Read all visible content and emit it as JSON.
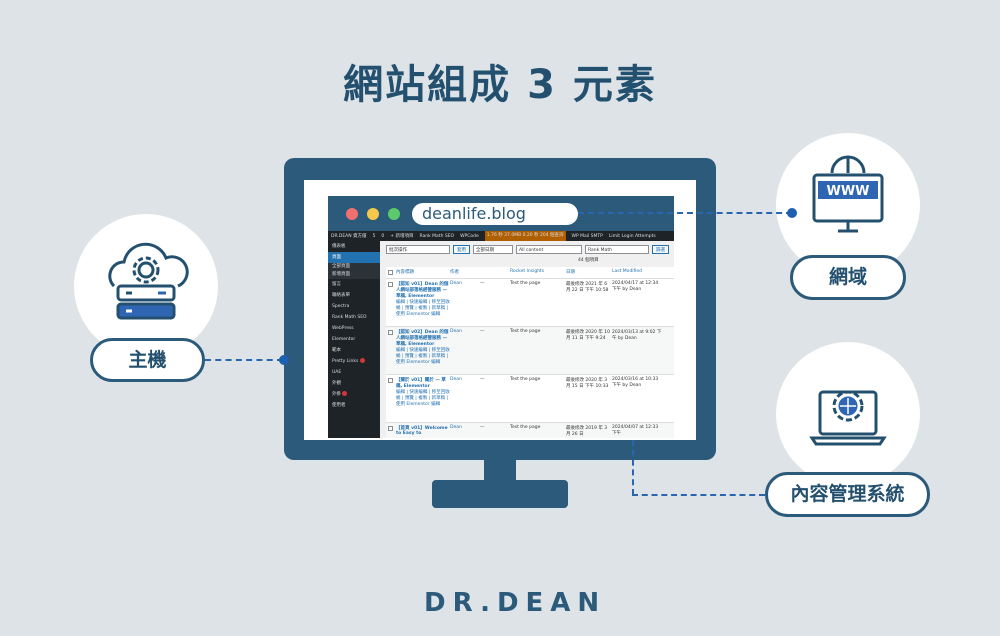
{
  "title": "網站組成 3 元素",
  "browser": {
    "url": "deanlife.blog",
    "dots": [
      "#f0706f",
      "#f5c84c",
      "#5cc96a"
    ]
  },
  "wp": {
    "adminbar": [
      "DR.DEAN 資方僵",
      "5",
      "0",
      "+ 新增項目",
      "Rank Math SEO",
      "WPCode",
      "1.76 秒 37.0MB 0.20 秒 204 個查詢",
      "WP Mail SMTP",
      "Limit Login Attempts"
    ],
    "sidebar": [
      {
        "label": "儀表板"
      },
      {
        "label": "頁面",
        "active": true
      },
      {
        "label": "全部頁面",
        "sub": true
      },
      {
        "label": "新增頁面",
        "sub": true
      },
      {
        "label": "留言"
      },
      {
        "label": "聯絡表單"
      },
      {
        "label": "Spectra"
      },
      {
        "label": "Rank Math SEO"
      },
      {
        "label": "WebPress"
      },
      {
        "label": "Elementor"
      },
      {
        "label": "範本"
      },
      {
        "label": "Pretty Links",
        "badge": "1"
      },
      {
        "label": "UAE"
      },
      {
        "label": "外觀"
      },
      {
        "label": "外掛",
        "badge": "6"
      },
      {
        "label": "使用者"
      }
    ],
    "filters": {
      "bulk": "批次操作",
      "apply": "套用",
      "dates": "全部日期",
      "content": "All content",
      "seo": "Rank Math",
      "filter": "篩選",
      "count": "44 個項目"
    },
    "columns": [
      "內容標題",
      "作者",
      "",
      "Rocket Insights",
      "日期",
      "Last Modified"
    ],
    "rows": [
      {
        "title": "【認知 v01】Dean 的個人網站部落格經營服務 — 草稿, Elementor",
        "author": "Dean",
        "comments": "—",
        "insights": "Test the page",
        "date": "最後修改 2021 年 6 月 22 日 下午 10:58",
        "modified": "2024/04/17 at 12:34 下午 by Dean",
        "actions": "編輯 | 快速編輯 | 移至回收桶 | 預覽 | 複製 | 新草稿 | 使用 Elementor 編輯"
      },
      {
        "title": "【認知 v02】Dean 的個人網站部落格經營服務 — 草稿, Elementor",
        "author": "Dean",
        "comments": "—",
        "insights": "Test the page",
        "date": "最後修改 2020 年 10 月 11 日 下午 9:24",
        "modified": "2024/03/13 at 9:02 下午 by Dean",
        "actions": "編輯 | 快速編輯 | 移至回收桶 | 預覽 | 複製 | 新草稿 | 使用 Elementor 編輯"
      },
      {
        "title": "【關於 v01】關於 — 草稿, Elementor",
        "author": "Dean",
        "comments": "—",
        "insights": "Test the page",
        "date": "最後修改 2020 年 3 月 15 日 下午 10:33",
        "modified": "2024/03/16 at 10:33 下午 by Dean",
        "actions": "編輯 | 快速編輯 | 移至回收桶 | 預覽 | 複製 | 新草稿 | 使用 Elementor 編輯"
      },
      {
        "title": "【首頁 v01】Welcome to Easy to",
        "author": "Dean",
        "comments": "—",
        "insights": "Test the page",
        "date": "最後修改 2019 年 3 月 26 日",
        "modified": "2024/04/07 at 12:33 下午",
        "actions": ""
      }
    ]
  },
  "elements": {
    "host": "主機",
    "domain": "網域",
    "cms": "內容管理系統"
  },
  "icons": {
    "host": "cloud-server-gear-icon",
    "domain": "www-monitor-icon",
    "cms": "laptop-gear-globe-icon"
  },
  "logo": "DR.DEAN",
  "colors": {
    "primary": "#2c5a7a",
    "accent_line": "#2a66b0",
    "background": "#dde3e7"
  }
}
